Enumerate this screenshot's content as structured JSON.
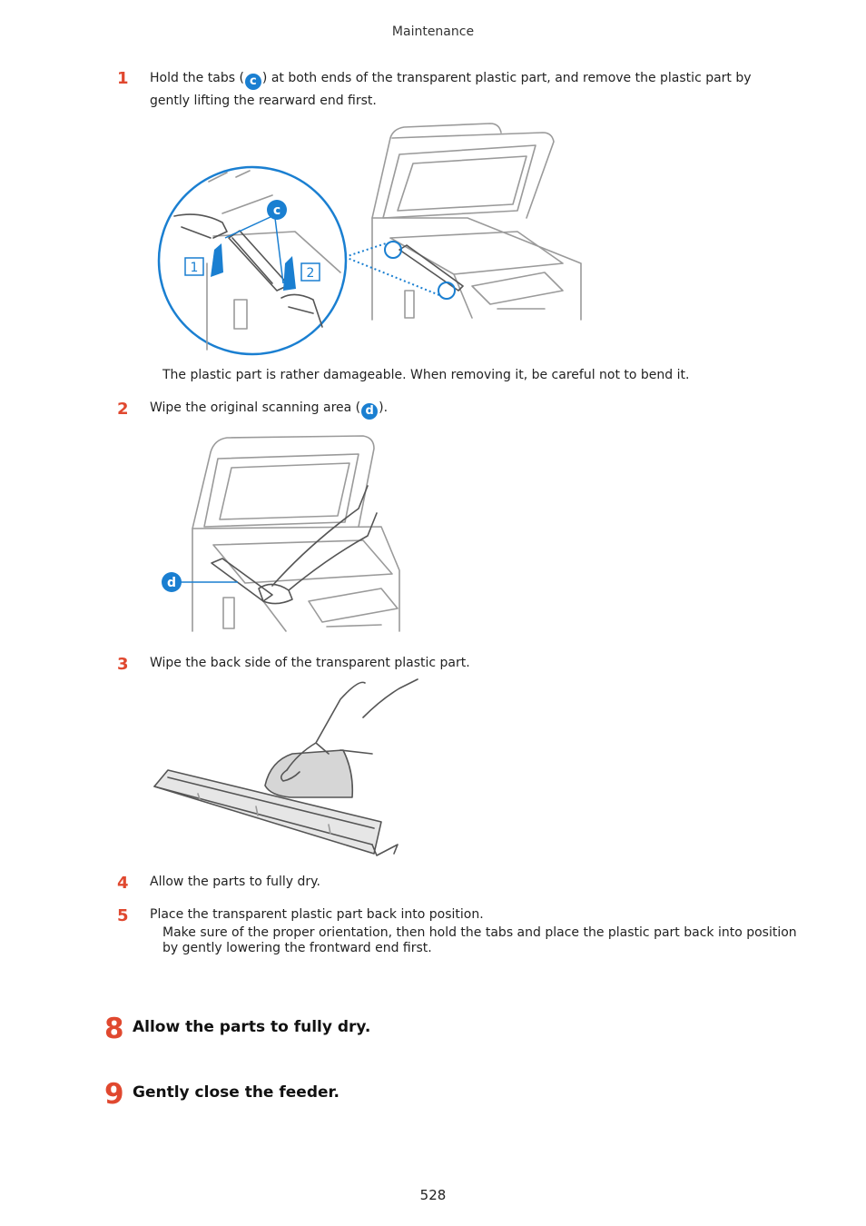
{
  "header": {
    "section": "Maintenance"
  },
  "footer": {
    "page_number": "528"
  },
  "substeps": [
    {
      "num": "1",
      "text_before": "Hold the tabs (",
      "badge": "c",
      "text_after": ") at both ends of the transparent plastic part, and remove the plastic part by gently lifting the rearward end first.",
      "note": "The plastic part is rather damageable. When removing it, be careful not to bend it."
    },
    {
      "num": "2",
      "text_before": "Wipe the original scanning area (",
      "badge": "d",
      "text_after": ")."
    },
    {
      "num": "3",
      "text": "Wipe the back side of the transparent plastic part."
    },
    {
      "num": "4",
      "text": "Allow the parts to fully dry."
    },
    {
      "num": "5",
      "text": "Place the transparent plastic part back into position.",
      "note": "Make sure of the proper orientation, then hold the tabs and place the plastic part back into position by gently lowering the frontward end first."
    }
  ],
  "figures": {
    "fig1": {
      "callout": "c",
      "label_1": "1",
      "label_2": "2"
    },
    "fig2": {
      "callout": "d"
    }
  },
  "steps": [
    {
      "num": "8",
      "text": "Allow the parts to fully dry."
    },
    {
      "num": "9",
      "text": "Gently close the feeder."
    }
  ],
  "colors": {
    "accent_red": "#e0482f",
    "callout_blue": "#1a7fd1"
  }
}
